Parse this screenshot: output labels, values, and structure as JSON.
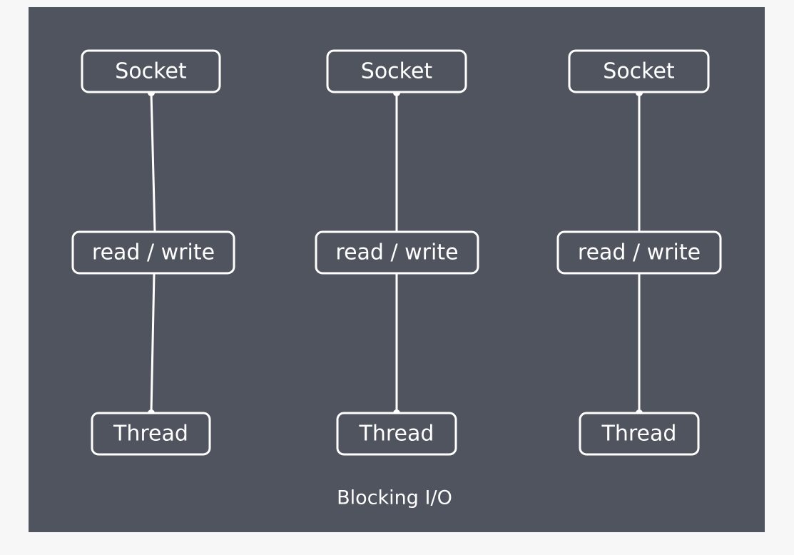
{
  "colors": {
    "page_background": "#f7f7f7",
    "panel_background": "#50545f",
    "stroke": "#ffffff",
    "text": "#ffffff"
  },
  "diagram": {
    "columns": [
      {
        "socket_label": "Socket",
        "io_label": "read / write",
        "thread_label": "Thread"
      },
      {
        "socket_label": "Socket",
        "io_label": "read / write",
        "thread_label": "Thread"
      },
      {
        "socket_label": "Socket",
        "io_label": "read / write",
        "thread_label": "Thread"
      }
    ],
    "caption": "Blocking I/O"
  }
}
